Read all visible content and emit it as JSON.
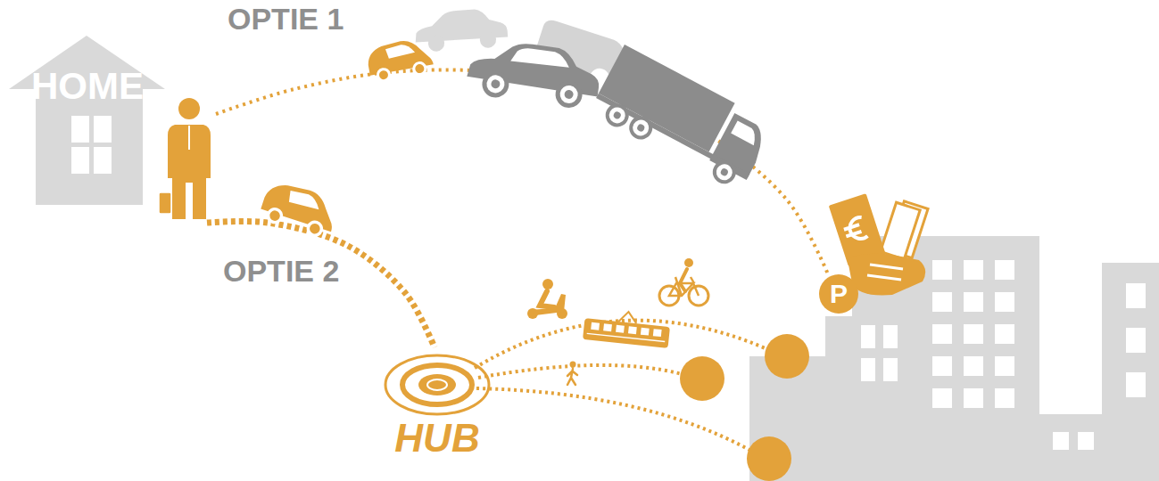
{
  "diagram": {
    "nodes": [
      {
        "text": [
          "HOME"
        ]
      },
      {
        "text": [
          "P"
        ]
      },
      {
        "text": [
          "HUB"
        ]
      }
    ],
    "edges": [
      {
        "from": 0,
        "to": 1,
        "arrow": "none",
        "label": "OPTIE 1"
      },
      {
        "from": 0,
        "to": 2,
        "arrow": "none",
        "label": "OPTIE 2"
      }
    ]
  }
}
